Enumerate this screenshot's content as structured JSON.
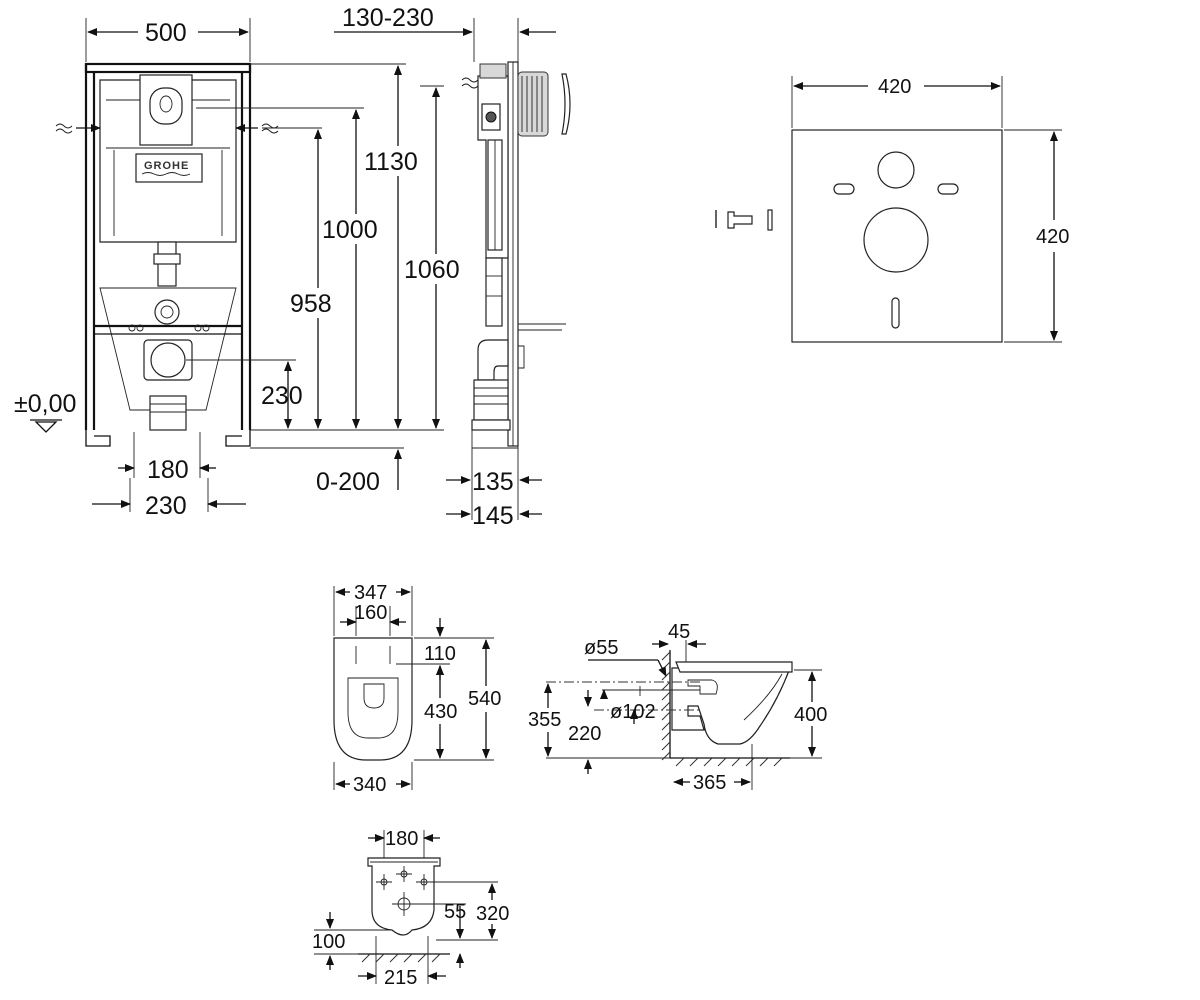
{
  "frame_view": {
    "width": "500",
    "depth_range": "130-230",
    "height_1130": "1130",
    "height_1000": "1000",
    "height_1060": "1060",
    "height_958": "958",
    "height_230": "230",
    "floor_level": "±0,00",
    "foot_spacing_inner": "180",
    "foot_spacing_outer": "230",
    "floor_range": "0-200",
    "depth_135": "135",
    "depth_145": "145",
    "brand_logo": "GROHE"
  },
  "sound_pad": {
    "width": "420",
    "height": "420"
  },
  "toilet_top": {
    "width_top": "347",
    "hole_spacing": "160",
    "offset": "110",
    "inner_length": "430",
    "length": "540",
    "width_bottom": "340"
  },
  "toilet_side": {
    "inlet_diameter": "ø55",
    "wall_offset": "45",
    "outlet_diameter": "ø102",
    "height_355": "355",
    "height_220": "220",
    "height_400": "400",
    "projection": "365"
  },
  "toilet_rear": {
    "bolt_spacing": "180",
    "height_55": "55",
    "height_320": "320",
    "height_100": "100",
    "base_width": "215"
  },
  "colors": {
    "line": "#111111",
    "background": "#ffffff"
  }
}
